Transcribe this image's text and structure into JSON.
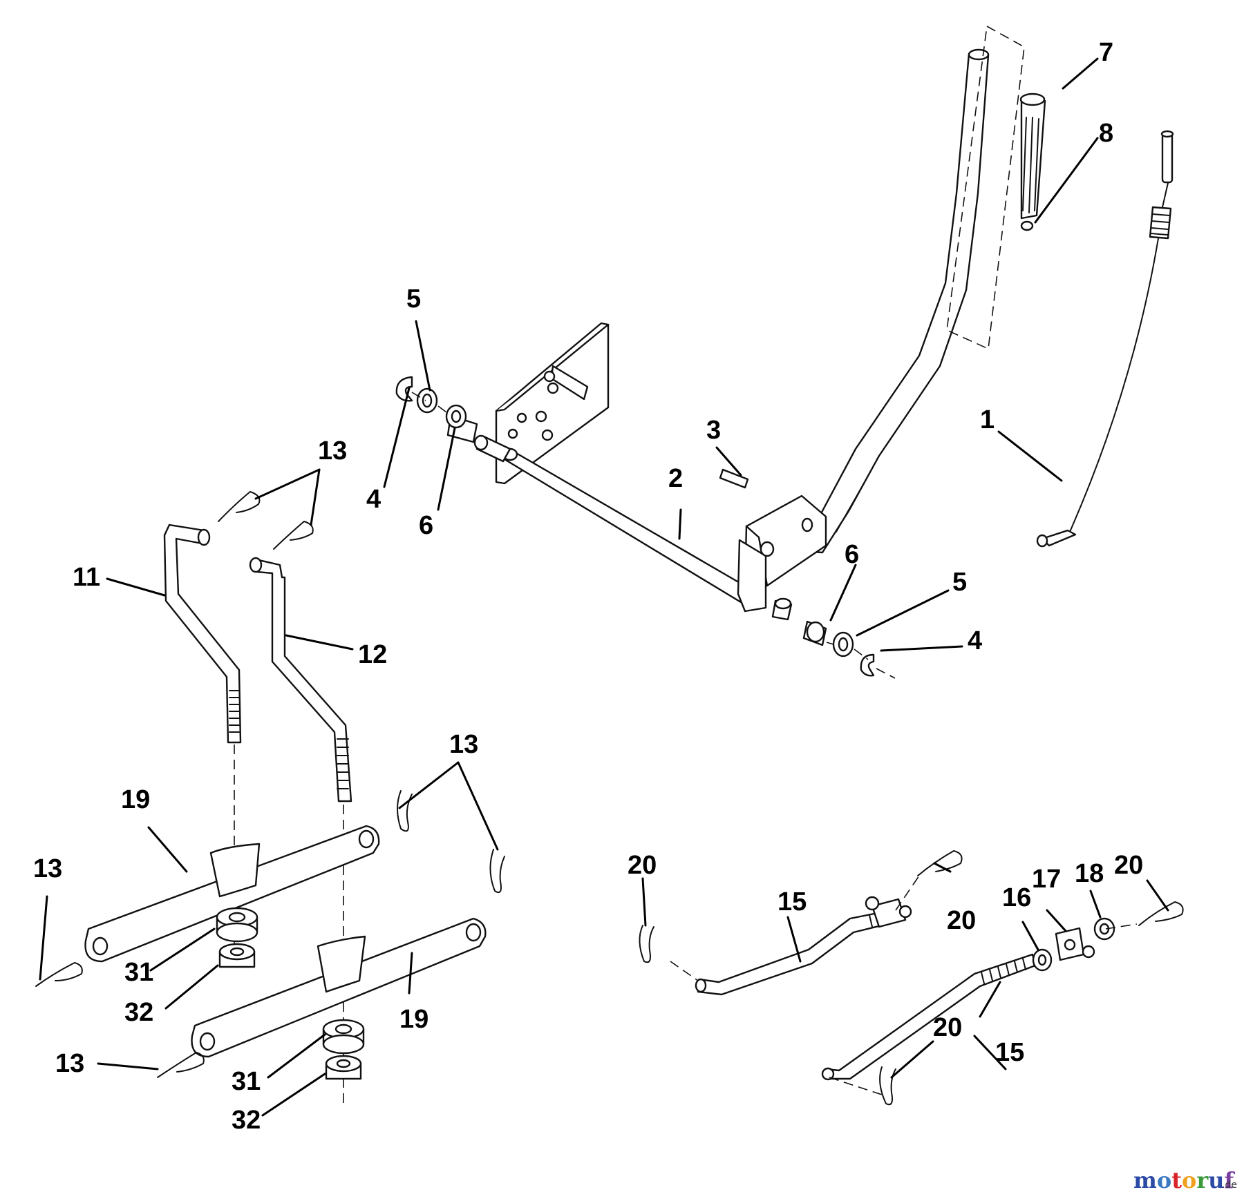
{
  "callouts": [
    {
      "id": "c1",
      "label": "1"
    },
    {
      "id": "c2",
      "label": "2"
    },
    {
      "id": "c3",
      "label": "3"
    },
    {
      "id": "c4a",
      "label": "4"
    },
    {
      "id": "c4b",
      "label": "4"
    },
    {
      "id": "c5a",
      "label": "5"
    },
    {
      "id": "c5b",
      "label": "5"
    },
    {
      "id": "c6a",
      "label": "6"
    },
    {
      "id": "c6b",
      "label": "6"
    },
    {
      "id": "c7",
      "label": "7"
    },
    {
      "id": "c8",
      "label": "8"
    },
    {
      "id": "c11",
      "label": "11"
    },
    {
      "id": "c12",
      "label": "12"
    },
    {
      "id": "c13a",
      "label": "13"
    },
    {
      "id": "c13b",
      "label": "13"
    },
    {
      "id": "c13c",
      "label": "13"
    },
    {
      "id": "c13d",
      "label": "13"
    },
    {
      "id": "c15a",
      "label": "15"
    },
    {
      "id": "c15b",
      "label": "15"
    },
    {
      "id": "c16",
      "label": "16"
    },
    {
      "id": "c17",
      "label": "17"
    },
    {
      "id": "c18",
      "label": "18"
    },
    {
      "id": "c19a",
      "label": "19"
    },
    {
      "id": "c19b",
      "label": "19"
    },
    {
      "id": "c20a",
      "label": "20"
    },
    {
      "id": "c20b",
      "label": "20"
    },
    {
      "id": "c20c",
      "label": "20"
    },
    {
      "id": "c20d",
      "label": "20"
    },
    {
      "id": "c31a",
      "label": "31"
    },
    {
      "id": "c31b",
      "label": "31"
    },
    {
      "id": "c32a",
      "label": "32"
    },
    {
      "id": "c32b",
      "label": "32"
    }
  ],
  "watermark": {
    "letters": [
      "m",
      "o",
      "t",
      "o",
      "r",
      "u",
      "f"
    ],
    "letter_colors": [
      "#2b4aa6",
      "#3a78c2",
      "#d8232a",
      "#f0a01e",
      "#3a9a3a",
      "#2b4aa6",
      "#7a3fa0"
    ],
    "suffix": ".de"
  }
}
